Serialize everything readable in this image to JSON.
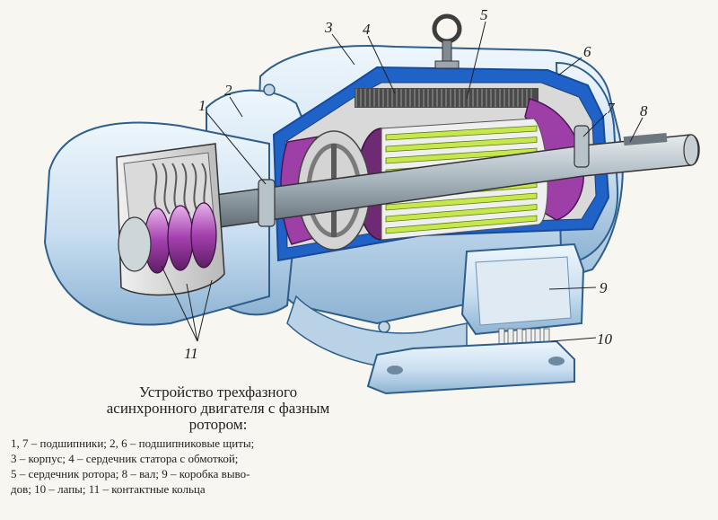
{
  "callouts": [
    {
      "id": "1",
      "text": "1"
    },
    {
      "id": "2",
      "text": "2"
    },
    {
      "id": "3",
      "text": "3"
    },
    {
      "id": "4",
      "text": "4"
    },
    {
      "id": "5",
      "text": "5"
    },
    {
      "id": "6",
      "text": "6"
    },
    {
      "id": "7",
      "text": "7"
    },
    {
      "id": "8",
      "text": "8"
    },
    {
      "id": "9",
      "text": "9"
    },
    {
      "id": "10",
      "text": "10"
    },
    {
      "id": "11",
      "text": "11"
    }
  ],
  "caption": {
    "title_lines": [
      "Устройство трехфазного",
      "асинхронного двигателя с фазным",
      "ротором:"
    ],
    "legend_lines": [
      "1, 7 – подшипники; 2, 6 – подшипниковые щиты;",
      "3 – корпус; 4 – сердечник статора с обмоткой;",
      "5 – сердечник ротора; 8 – вал; 9 – коробка выво-",
      "дов; 10 – лапы; 11 – контактные кольца"
    ]
  },
  "colors": {
    "housing": "#cfe3f1",
    "housing_shadow": "#8fb6d4",
    "housing_outline": "#2e5f8c",
    "cut_edge": "#1f63c8",
    "stator": "#3a3a3a",
    "winding": "#9d3fa6",
    "rotor_bar": "#c6e84d",
    "shaft": "#8e9aa3"
  }
}
